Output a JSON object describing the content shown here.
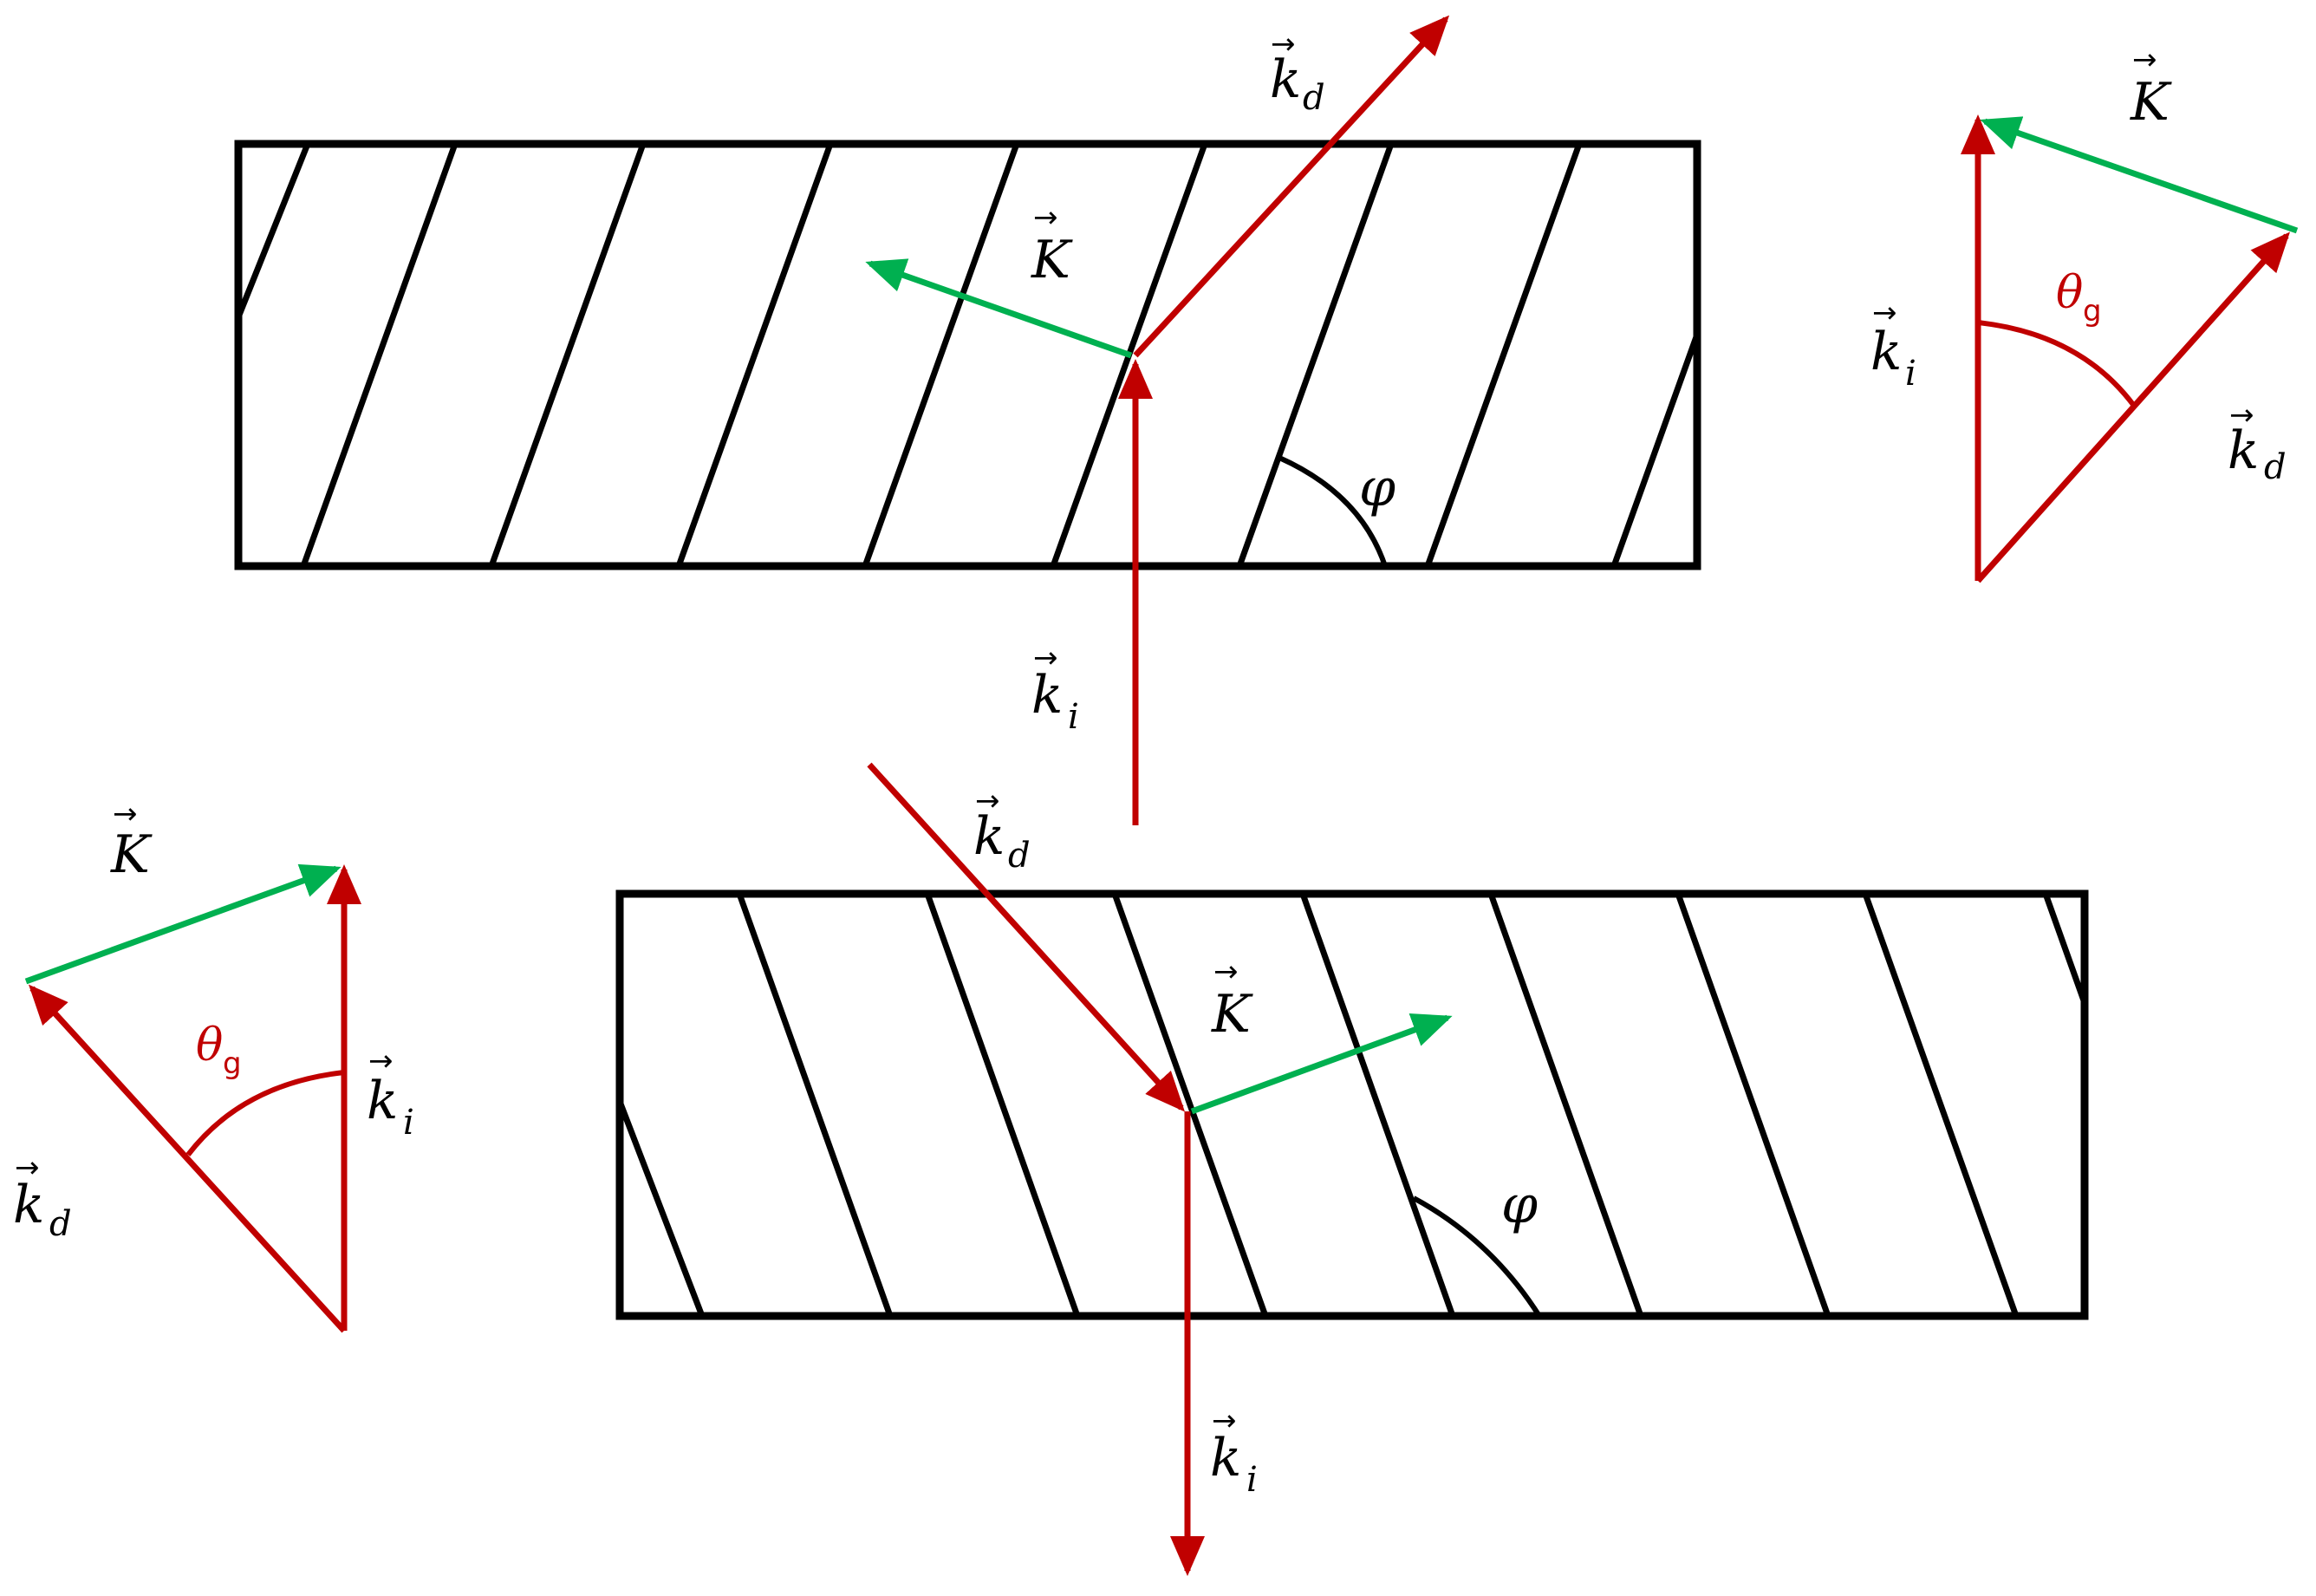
{
  "colors": {
    "beam": "#c00000",
    "grating": "#00b050",
    "outline": "#000000",
    "background": "#ffffff"
  },
  "top_panel": {
    "label_kd": "k",
    "label_kd_sub": "d",
    "label_K": "K",
    "label_ki": "k",
    "label_ki_sub": "i",
    "label_phi": "φ"
  },
  "bottom_panel": {
    "label_kd": "k",
    "label_kd_sub": "d",
    "label_K": "K",
    "label_ki": "k",
    "label_ki_sub": "i",
    "label_phi": "φ"
  },
  "top_right_triangle": {
    "label_K": "K",
    "label_ki": "k",
    "label_ki_sub": "i",
    "label_kd": "k",
    "label_kd_sub": "d",
    "label_theta": "θ",
    "label_theta_sub": "g"
  },
  "bottom_left_triangle": {
    "label_K": "K",
    "label_ki": "k",
    "label_ki_sub": "i",
    "label_kd": "k",
    "label_kd_sub": "d",
    "label_theta": "θ",
    "label_theta_sub": "g"
  }
}
